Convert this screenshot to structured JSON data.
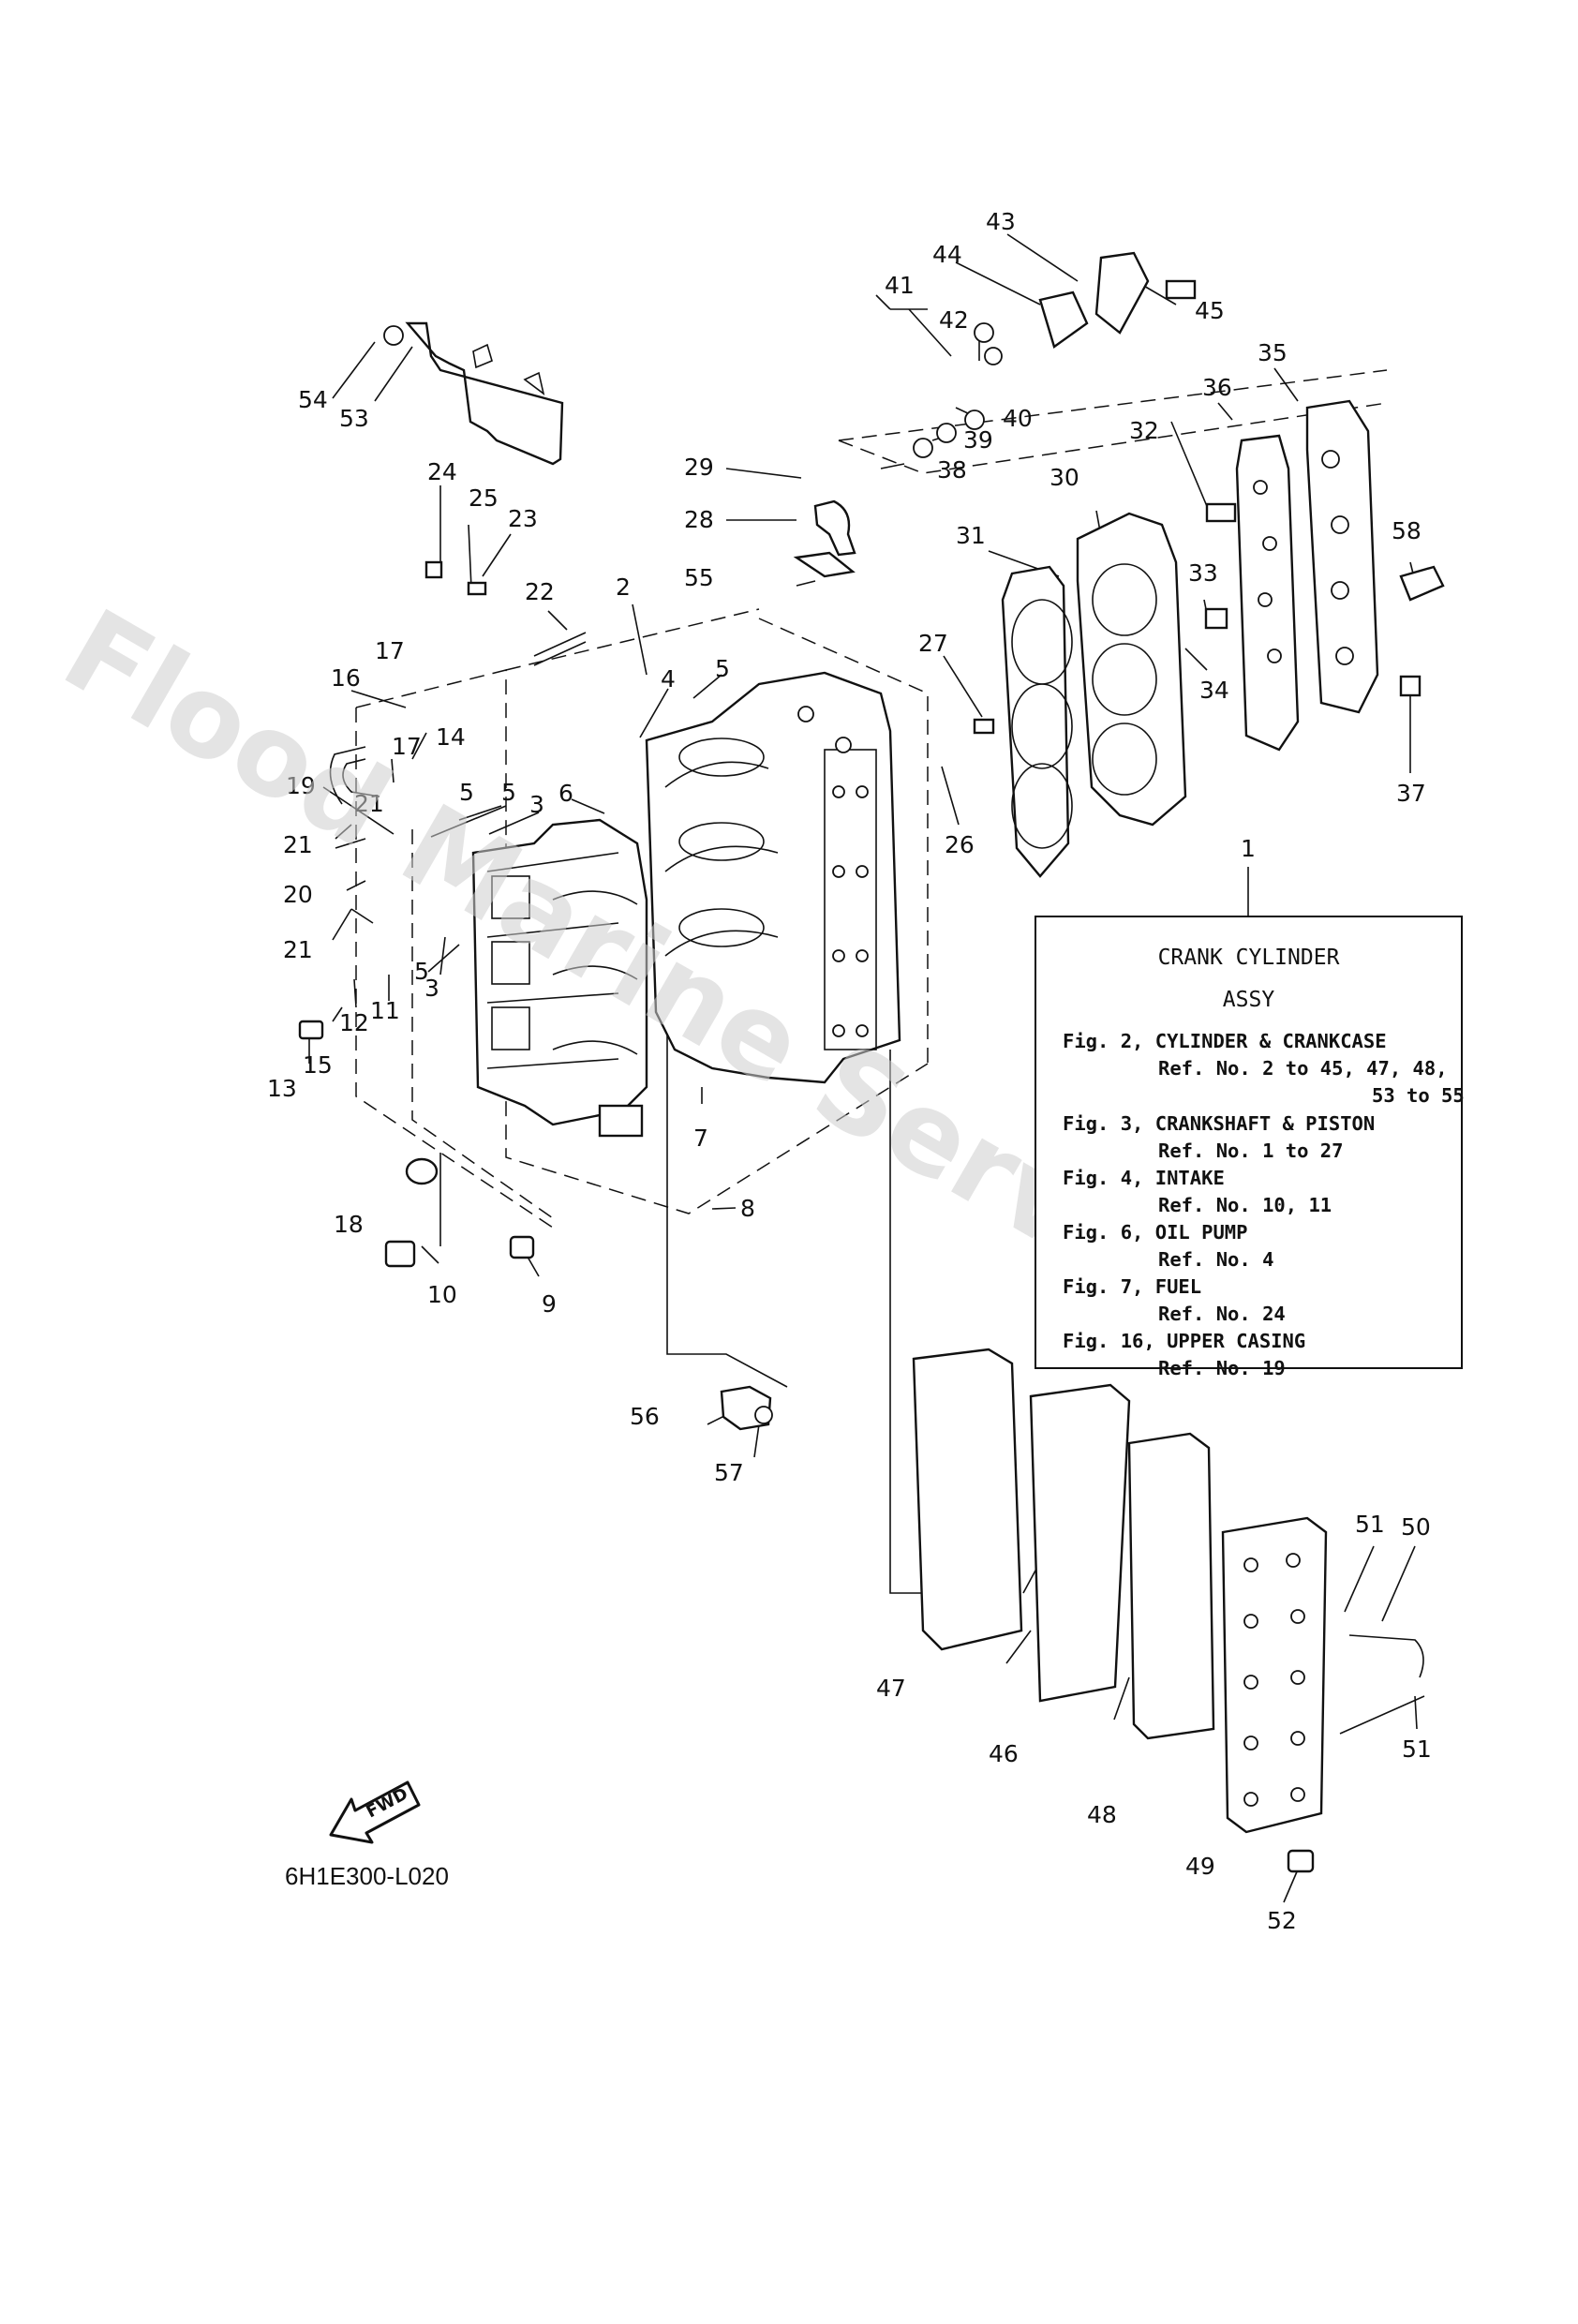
{
  "watermark": "Flood Marine Services",
  "info_box": {
    "title_line1": "CRANK CYLINDER",
    "title_line2": "ASSY",
    "lines": [
      "Fig. 2, CYLINDER & CRANKCASE",
      "Ref. No. 2 to 45, 47, 48,",
      "53 to 55",
      "Fig. 3, CRANKSHAFT & PISTON",
      "Ref. No. 1 to 27",
      "Fig. 4, INTAKE",
      "Ref. No. 10, 11",
      "Fig. 6, OIL PUMP",
      "Ref. No. 4",
      "Fig. 7, FUEL",
      "Ref. No. 24",
      "Fig. 16, UPPER CASING",
      "Ref. No. 19"
    ]
  },
  "fwd_label": "FWD",
  "diagram_code": "6H1E300-L020",
  "callouts": [
    "1",
    "2",
    "3",
    "3",
    "4",
    "5",
    "5",
    "5",
    "5",
    "6",
    "7",
    "8",
    "9",
    "10",
    "11",
    "12",
    "13",
    "14",
    "15",
    "16",
    "17",
    "17",
    "18",
    "19",
    "20",
    "21",
    "21",
    "21",
    "22",
    "23",
    "24",
    "25",
    "26",
    "27",
    "28",
    "29",
    "30",
    "31",
    "32",
    "33",
    "34",
    "35",
    "36",
    "37",
    "38",
    "39",
    "40",
    "41",
    "42",
    "43",
    "44",
    "45",
    "46",
    "47",
    "48",
    "49",
    "50",
    "51",
    "51",
    "52",
    "53",
    "54",
    "55",
    "56",
    "57",
    "58"
  ]
}
